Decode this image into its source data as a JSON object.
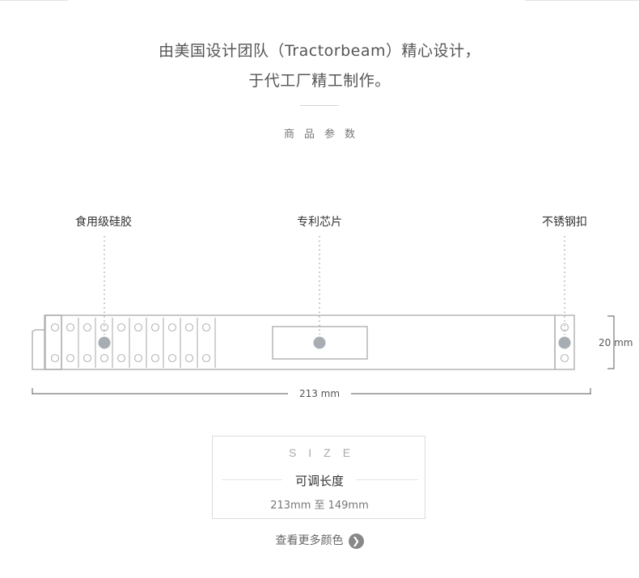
{
  "intro": {
    "line1": "由美国设计团队（Tractorbeam）精心设计，",
    "line2": "于代工厂精工制作。"
  },
  "spec_title": "商品参数",
  "features": {
    "silicone": "食用级硅胶",
    "chip": "专利芯片",
    "buckle": "不锈钢扣"
  },
  "dimensions": {
    "height": "20 mm",
    "length": "213 mm"
  },
  "size_card": {
    "heading": "SIZE",
    "label": "可调长度",
    "range": "213mm 至 149mm"
  },
  "more_colors": {
    "label": "查看更多颜色",
    "icon": "chevron-right-icon"
  },
  "colors": {
    "strap_outline": "#b5b5b5",
    "dot_fill": "#a8adb4",
    "leader_dots": "#a9a9a9"
  }
}
